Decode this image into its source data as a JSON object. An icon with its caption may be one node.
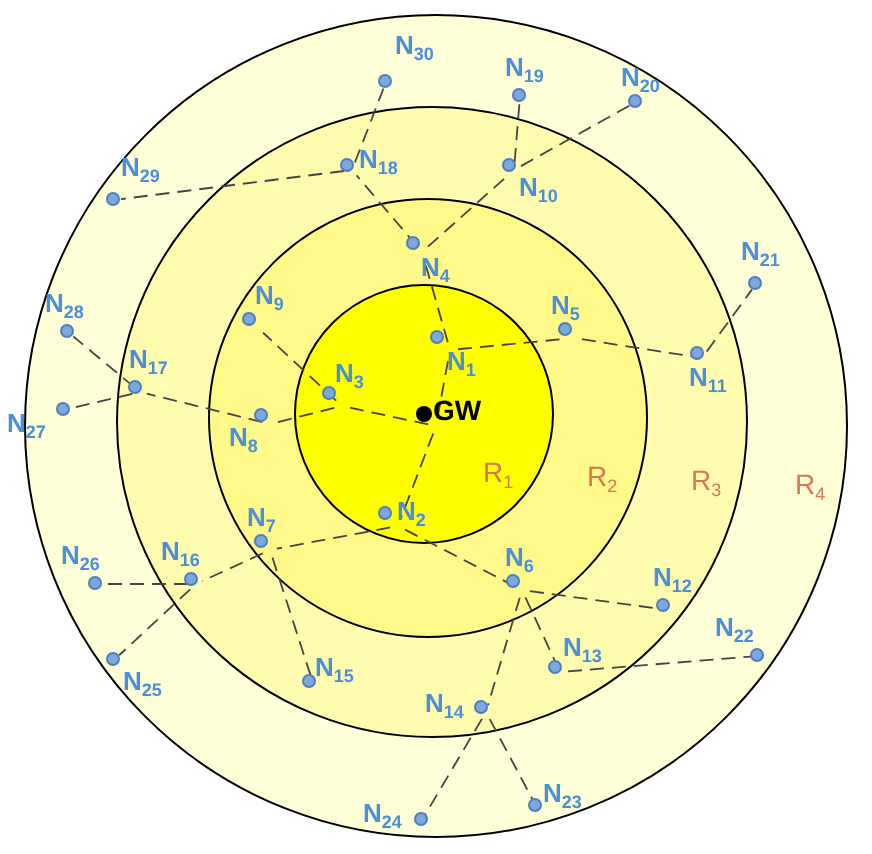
{
  "diagram": {
    "nodes": [
      {
        "text": [
          "R$_{4}$"
        ]
      },
      {
        "text": [
          "R$_{3}$"
        ],
        "in": 0
      },
      {
        "text": [
          "R$_{2}$"
        ],
        "in": 1
      },
      {
        "text": [
          "R$_{1}$"
        ],
        "in": 2
      },
      {
        "text": [
          "GW"
        ],
        "in": 3
      },
      {
        "text": [
          "N$_{1}$"
        ],
        "in": 3
      },
      {
        "text": [
          "N$_{2}$"
        ],
        "in": 3
      },
      {
        "text": [
          "N$_{3}$"
        ],
        "in": 3
      },
      {
        "text": [
          "N$_{4}$"
        ],
        "in": 2
      },
      {
        "text": [
          "N$_{5}$"
        ],
        "in": 2
      },
      {
        "text": [
          "N$_{6}$"
        ],
        "in": 2
      },
      {
        "text": [
          "N$_{7}$"
        ],
        "in": 2
      },
      {
        "text": [
          "N$_{8}$"
        ],
        "in": 2
      },
      {
        "text": [
          "N$_{9}$"
        ],
        "in": 2
      },
      {
        "text": [
          "N$_{10}$"
        ],
        "in": 1
      },
      {
        "text": [
          "N$_{11}$"
        ],
        "in": 1
      },
      {
        "text": [
          "N$_{12}$"
        ],
        "in": 1
      },
      {
        "text": [
          "N$_{13}$"
        ],
        "in": 1
      },
      {
        "text": [
          "N$_{14}$"
        ],
        "in": 1
      },
      {
        "text": [
          "N$_{15}$"
        ],
        "in": 1
      },
      {
        "text": [
          "N$_{16}$"
        ],
        "in": 1
      },
      {
        "text": [
          "N$_{17}$"
        ],
        "in": 1
      },
      {
        "text": [
          "N$_{18}$"
        ],
        "in": 1
      },
      {
        "text": [
          "N$_{19}$"
        ],
        "in": 0
      },
      {
        "text": [
          "N$_{20}$"
        ],
        "in": 0
      },
      {
        "text": [
          "N$_{21}$"
        ],
        "in": 0
      },
      {
        "text": [
          "N$_{22}$"
        ],
        "in": 0
      },
      {
        "text": [
          "N$_{23}$"
        ],
        "in": 0
      },
      {
        "text": [
          "N$_{24}$"
        ],
        "in": 0
      },
      {
        "text": [
          "N$_{25}$"
        ],
        "in": 0
      },
      {
        "text": [
          "N$_{26}$"
        ],
        "in": 0
      },
      {
        "text": [
          "N$_{27}$"
        ],
        "in": 0
      },
      {
        "text": [
          "N$_{28}$"
        ],
        "in": 0
      },
      {
        "text": [
          "N$_{29}$"
        ],
        "in": 0
      },
      {
        "text": [
          "N$_{30}$"
        ],
        "in": 0
      }
    ],
    "edges": [
      {
        "from": 4,
        "to": 5,
        "arrow": "none",
        "style": "dashed"
      },
      {
        "from": 4,
        "to": 6,
        "arrow": "none",
        "style": "dashed"
      },
      {
        "from": 4,
        "to": 7,
        "arrow": "none",
        "style": "dashed"
      },
      {
        "from": 5,
        "to": 8,
        "arrow": "none",
        "style": "dashed"
      },
      {
        "from": 5,
        "to": 9,
        "arrow": "none",
        "style": "dashed"
      },
      {
        "from": 6,
        "to": 10,
        "arrow": "none",
        "style": "dashed"
      },
      {
        "from": 6,
        "to": 11,
        "arrow": "none",
        "style": "dashed"
      },
      {
        "from": 7,
        "to": 12,
        "arrow": "none",
        "style": "dashed"
      },
      {
        "from": 7,
        "to": 13,
        "arrow": "none",
        "style": "dashed"
      },
      {
        "from": 8,
        "to": 14,
        "arrow": "none",
        "style": "dashed"
      },
      {
        "from": 8,
        "to": 22,
        "arrow": "none",
        "style": "dashed"
      },
      {
        "from": 9,
        "to": 15,
        "arrow": "none",
        "style": "dashed"
      },
      {
        "from": 10,
        "to": 16,
        "arrow": "none",
        "style": "dashed"
      },
      {
        "from": 10,
        "to": 17,
        "arrow": "none",
        "style": "dashed"
      },
      {
        "from": 10,
        "to": 18,
        "arrow": "none",
        "style": "dashed"
      },
      {
        "from": 11,
        "to": 19,
        "arrow": "none",
        "style": "dashed"
      },
      {
        "from": 11,
        "to": 20,
        "arrow": "none",
        "style": "dashed"
      },
      {
        "from": 12,
        "to": 21,
        "arrow": "none",
        "style": "dashed"
      },
      {
        "from": 14,
        "to": 23,
        "arrow": "none",
        "style": "dashed"
      },
      {
        "from": 14,
        "to": 24,
        "arrow": "none",
        "style": "dashed"
      },
      {
        "from": 15,
        "to": 25,
        "arrow": "none",
        "style": "dashed"
      },
      {
        "from": 17,
        "to": 26,
        "arrow": "none",
        "style": "dashed"
      },
      {
        "from": 18,
        "to": 27,
        "arrow": "none",
        "style": "dashed"
      },
      {
        "from": 18,
        "to": 28,
        "arrow": "none",
        "style": "dashed"
      },
      {
        "from": 20,
        "to": 29,
        "arrow": "none",
        "style": "dashed"
      },
      {
        "from": 20,
        "to": 30,
        "arrow": "none",
        "style": "dashed"
      },
      {
        "from": 21,
        "to": 31,
        "arrow": "none",
        "style": "dashed"
      },
      {
        "from": 21,
        "to": 32,
        "arrow": "none",
        "style": "dashed"
      },
      {
        "from": 22,
        "to": 33,
        "arrow": "none",
        "style": "dashed"
      },
      {
        "from": 22,
        "to": 34,
        "arrow": "none",
        "style": "dashed"
      }
    ]
  }
}
